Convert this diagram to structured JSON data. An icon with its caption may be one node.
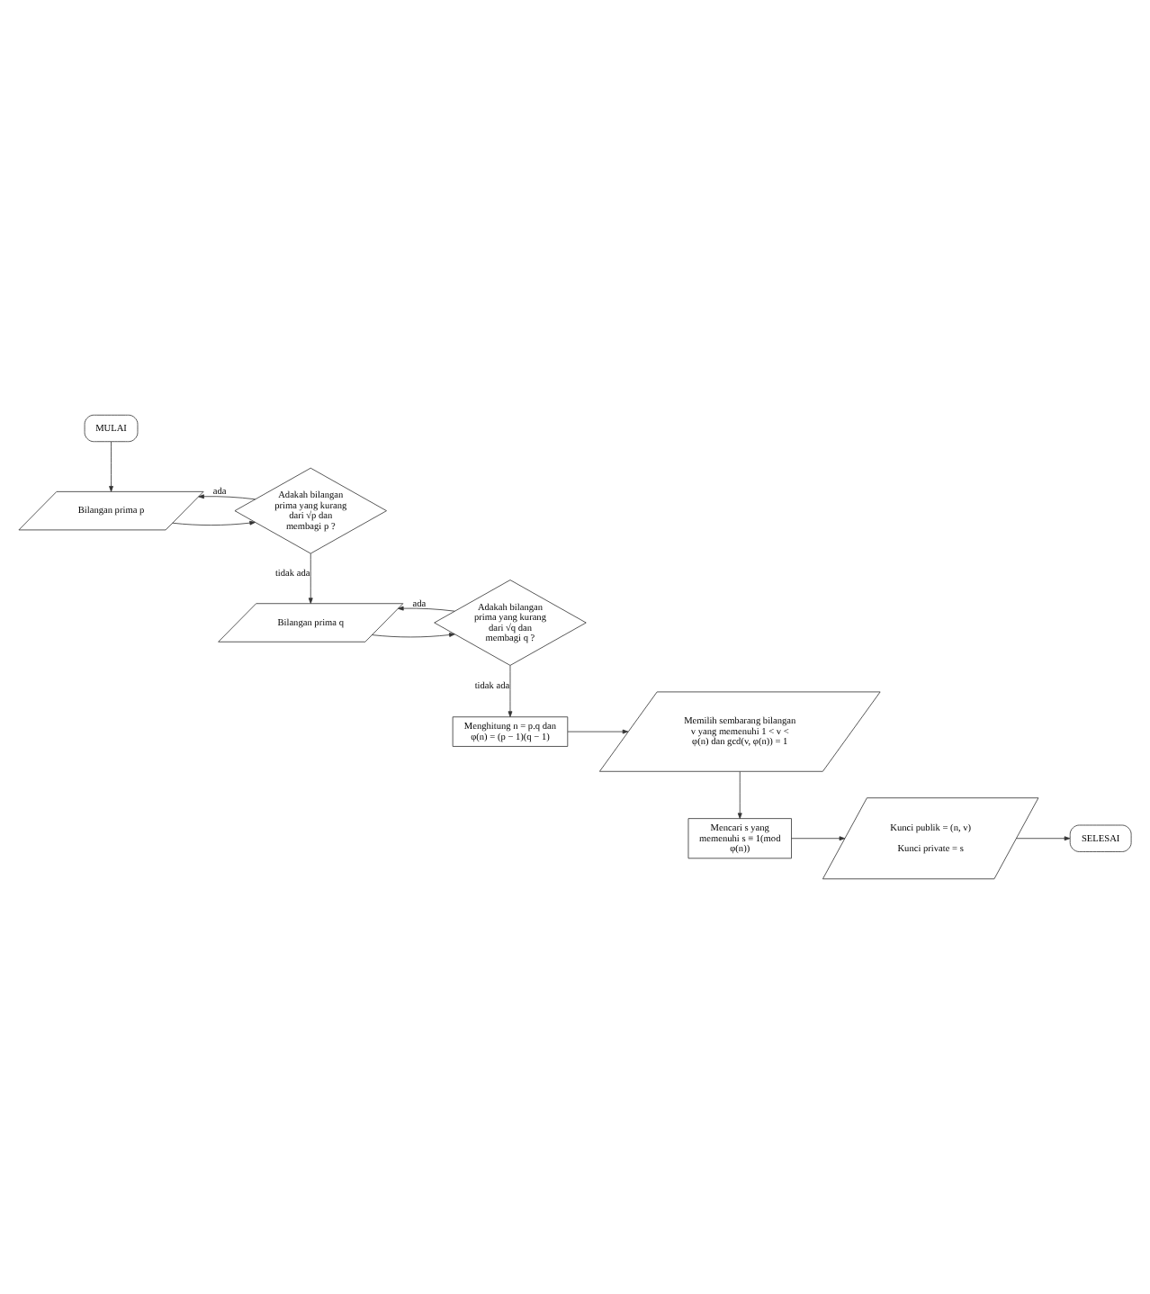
{
  "diagram": {
    "nodes": [
      {
        "text": [
          "MULAI"
        ]
      },
      {
        "text": [
          "Bilangan prima p"
        ]
      },
      {
        "text": [
          "Adakah bilangan prima yang kurang dari √p dan membagi p ?"
        ]
      },
      {
        "text": [
          "Bilangan prima q"
        ]
      },
      {
        "text": [
          "Adakah bilangan prima yang kurang dari √q dan membagi q ?"
        ]
      },
      {
        "text": [
          "Menghitung n = p.q dan φ(n) = (p − 1)(q − 1)"
        ]
      },
      {
        "text": [
          "Memilih sembarang bilangan v yang memenuhi 1 < v < φ(n) dan gcd(v, φ(n)) = 1"
        ]
      },
      {
        "text": [
          "Mencari s yang memenuhi s ≡ 1(mod φ(n))"
        ]
      },
      {
        "text": [
          "Kunci publik = (n, v)",
          "Kunci private = s"
        ]
      },
      {
        "text": [
          "SELESAI"
        ]
      }
    ],
    "edges": [
      {
        "from": 0,
        "to": 1,
        "arrow": "to"
      },
      {
        "from": 1,
        "to": 2,
        "arrow": "to"
      },
      {
        "from": 2,
        "to": 1,
        "arrow": "to",
        "label": "ada"
      },
      {
        "from": 2,
        "to": 3,
        "arrow": "to",
        "label": "tidak ada"
      },
      {
        "from": 3,
        "to": 4,
        "arrow": "to"
      },
      {
        "from": 4,
        "to": 3,
        "arrow": "to",
        "label": "ada"
      },
      {
        "from": 4,
        "to": 5,
        "arrow": "to",
        "label": "tidak ada"
      },
      {
        "from": 5,
        "to": 6,
        "arrow": "to"
      },
      {
        "from": 6,
        "to": 7,
        "arrow": "to"
      },
      {
        "from": 7,
        "to": 8,
        "arrow": "to"
      },
      {
        "from": 8,
        "to": 9,
        "arrow": "to"
      }
    ]
  }
}
